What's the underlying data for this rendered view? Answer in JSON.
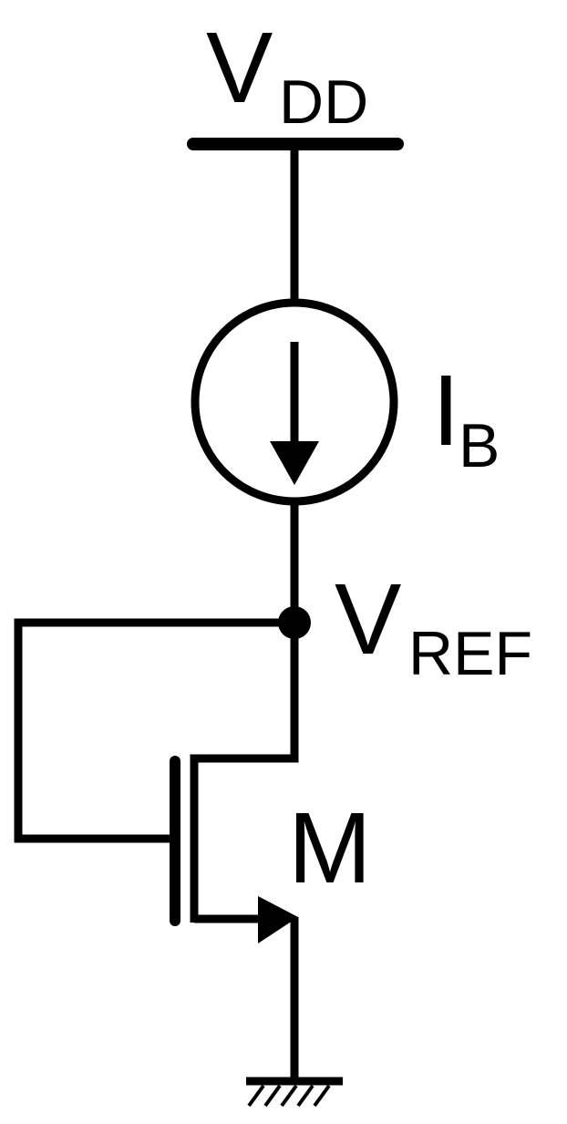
{
  "labels": {
    "supply_main": "V",
    "supply_sub": "DD",
    "current_main": "I",
    "current_sub": "B",
    "node_main": "V",
    "node_sub": "REF",
    "transistor": "M"
  },
  "colors": {
    "stroke": "#000000",
    "background": "#ffffff"
  }
}
